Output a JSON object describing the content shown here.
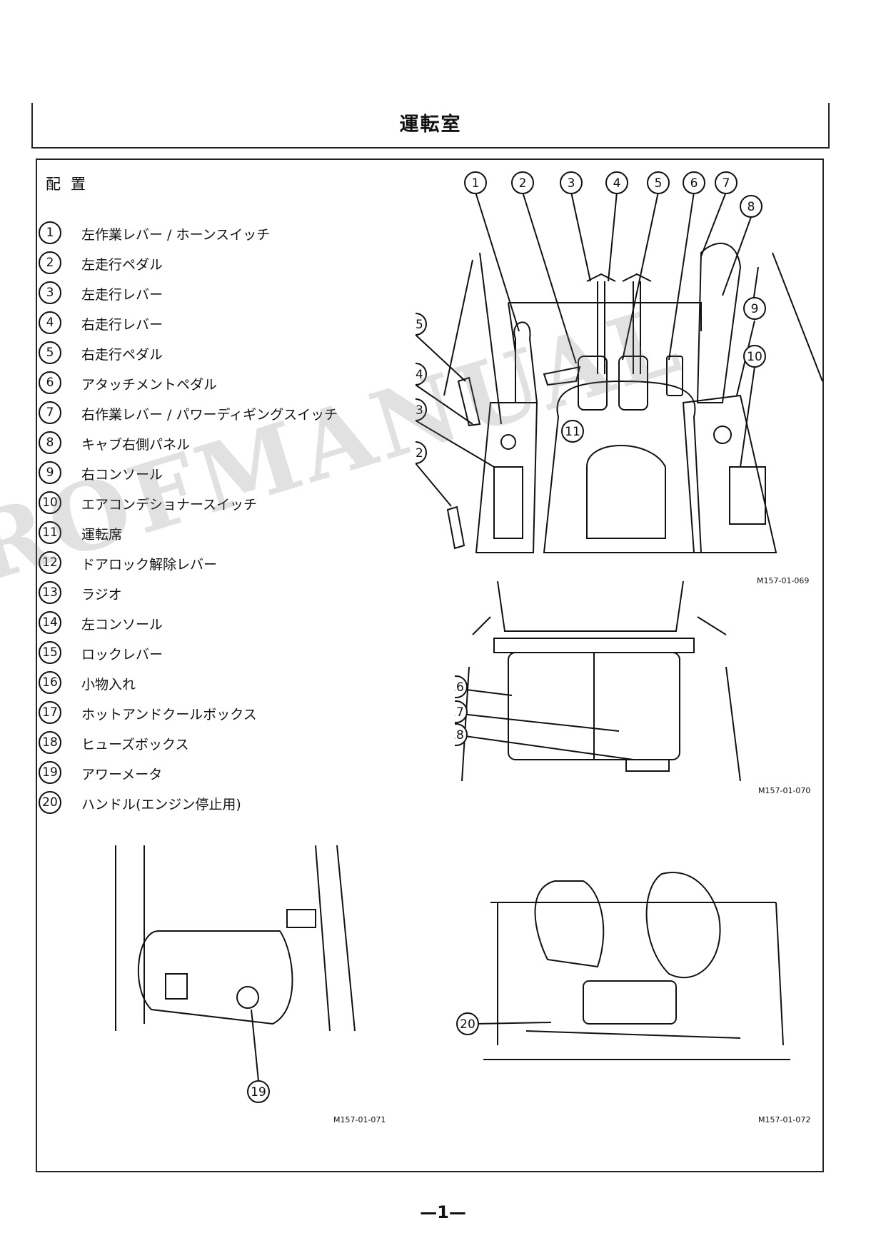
{
  "page_title": "運転室",
  "section_heading": "配置",
  "legend": [
    {
      "num": "1",
      "label": "左作業レバー / ホーンスイッチ"
    },
    {
      "num": "2",
      "label": "左走行ペダル"
    },
    {
      "num": "3",
      "label": "左走行レバー"
    },
    {
      "num": "4",
      "label": "右走行レバー"
    },
    {
      "num": "5",
      "label": "右走行ペダル"
    },
    {
      "num": "6",
      "label": "アタッチメントペダル"
    },
    {
      "num": "7",
      "label": "右作業レバー / パワーディギングスイッチ"
    },
    {
      "num": "8",
      "label": "キャブ右側パネル"
    },
    {
      "num": "9",
      "label": "右コンソール"
    },
    {
      "num": "10",
      "label": "エアコンデショナースイッチ"
    },
    {
      "num": "11",
      "label": "運転席"
    },
    {
      "num": "12",
      "label": "ドアロック解除レバー"
    },
    {
      "num": "13",
      "label": "ラジオ"
    },
    {
      "num": "14",
      "label": "左コンソール"
    },
    {
      "num": "15",
      "label": "ロックレバー"
    },
    {
      "num": "16",
      "label": "小物入れ"
    },
    {
      "num": "17",
      "label": "ホットアンドクールボックス"
    },
    {
      "num": "18",
      "label": "ヒューズボックス"
    },
    {
      "num": "19",
      "label": "アワーメータ"
    },
    {
      "num": "20",
      "label": "ハンドル(エンジン停止用)"
    }
  ],
  "figures": {
    "fig1_caption": "M157-01-069",
    "fig2_caption": "M157-01-070",
    "fig3_caption": "M157-01-071",
    "fig4_caption": "M157-01-072"
  },
  "watermark": "ROFMANUAL",
  "page_number": "—1—"
}
